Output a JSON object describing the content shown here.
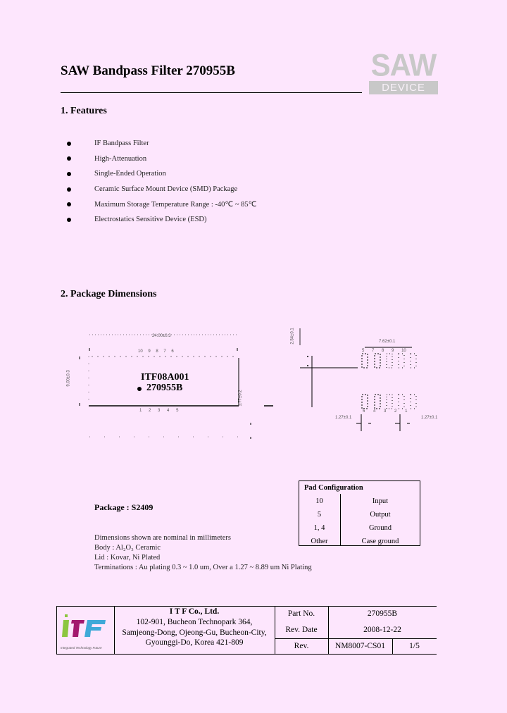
{
  "header": {
    "title": "SAW Bandpass Filter 270955B",
    "logo_top": "SAW",
    "logo_bottom": "DEVICE"
  },
  "features": {
    "heading": "1. Features",
    "items": [
      "IF Bandpass Filter",
      "High-Attenuation",
      "Single-Ended Operation",
      "Ceramic Surface Mount Device (SMD) Package",
      "Maximum Storage Temperature Range : -40℃ ~ 85℃",
      "Electrostatics Sensitive Device (ESD)"
    ]
  },
  "package_dimensions": {
    "heading": "2. Package Dimensions",
    "top_view": {
      "width_dim": "24.00±0.3",
      "height_dim": "9.00±0.3",
      "thickness_dim": "1.77±0.2",
      "top_pins": [
        "10",
        "9",
        "8",
        "7",
        "6"
      ],
      "bottom_pins": [
        "1",
        "2",
        "3",
        "4",
        "5"
      ],
      "marking_line1": "ITF08A001",
      "marking_line2": "270955B"
    },
    "bottom_view": {
      "pitch_dim": "2.54±0.1",
      "span_dim": "7.62±0.1",
      "left_dim": "1.27±0.1",
      "right_dim": "1.27±0.1",
      "top_pins": [
        "5",
        "7",
        "8",
        "9",
        "10"
      ],
      "bottom_pins": [
        "5",
        "4",
        "3",
        "2",
        "1"
      ]
    }
  },
  "package": {
    "label": "Package : S2409",
    "notes": [
      "Dimensions shown are nominal in millimeters",
      "Body : Al₂O₃ Ceramic",
      "Lid : Kovar, Ni Plated",
      "Terminations : Au plating 0.3 ~ 1.0 um, Over a 1.27 ~ 8.89 um Ni Plating"
    ]
  },
  "pad_configuration": {
    "title": "Pad Configuration",
    "rows": [
      {
        "pad": "10",
        "function": "Input"
      },
      {
        "pad": "5",
        "function": "Output"
      },
      {
        "pad": "1, 4",
        "function": "Ground"
      },
      {
        "pad": "Other",
        "function": "Case ground"
      }
    ]
  },
  "footer": {
    "company": "I T F   Co., Ltd.",
    "address_lines": [
      "102-901, Bucheon Technopark 364,",
      "Samjeong-Dong, Ojeong-Gu, Bucheon-City,",
      "Gyounggi-Do, Korea 421-809"
    ],
    "logo_tagline": "Integrated Technology Future",
    "part_no_label": "Part No.",
    "part_no_value": "270955B",
    "rev_date_label": "Rev. Date",
    "rev_date_value": "2008-12-22",
    "rev_label": "Rev.",
    "rev_value": "NM8007-CS01",
    "page": "1/5"
  }
}
